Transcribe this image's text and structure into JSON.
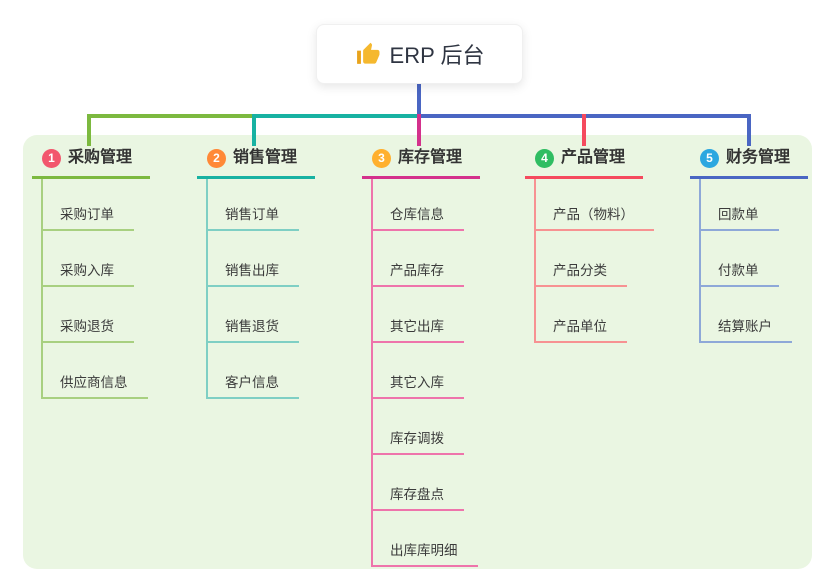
{
  "root": {
    "title": "ERP 后台",
    "icon": "thumbs-up-icon"
  },
  "branches": [
    {
      "index": "1",
      "title": "采购管理",
      "badge_color": "#f2576d",
      "line_color": "#7cb93f",
      "child_line_color": "#a8d080",
      "children": [
        "采购订单",
        "采购入库",
        "采购退货",
        "供应商信息"
      ]
    },
    {
      "index": "2",
      "title": "销售管理",
      "badge_color": "#ff8937",
      "line_color": "#18b2a2",
      "child_line_color": "#7fcfc4",
      "children": [
        "销售订单",
        "销售出库",
        "销售退货",
        "客户信息"
      ]
    },
    {
      "index": "3",
      "title": "库存管理",
      "badge_color": "#ffb02e",
      "line_color": "#d4318c",
      "child_line_color": "#ee74ab",
      "children": [
        "仓库信息",
        "产品库存",
        "其它出库",
        "其它入库",
        "库存调拨",
        "库存盘点",
        "出库库明细"
      ]
    },
    {
      "index": "4",
      "title": "产品管理",
      "badge_color": "#2fbd62",
      "line_color": "#f54a5e",
      "child_line_color": "#f79292",
      "children": [
        "产品（物料）",
        "产品分类",
        "产品单位"
      ]
    },
    {
      "index": "5",
      "title": "财务管理",
      "badge_color": "#2ca7e0",
      "line_color": "#4a66c3",
      "child_line_color": "#8ea8d8",
      "children": [
        "回款单",
        "付款单",
        "结算账户"
      ]
    }
  ],
  "colors": {
    "page_bg": "#ffffff",
    "board_bg": "#eaf6e2",
    "root_text": "#2f3542",
    "header_text": "#333333",
    "child_text": "#3b3b3b",
    "thumb_icon": "#f5b82e"
  }
}
